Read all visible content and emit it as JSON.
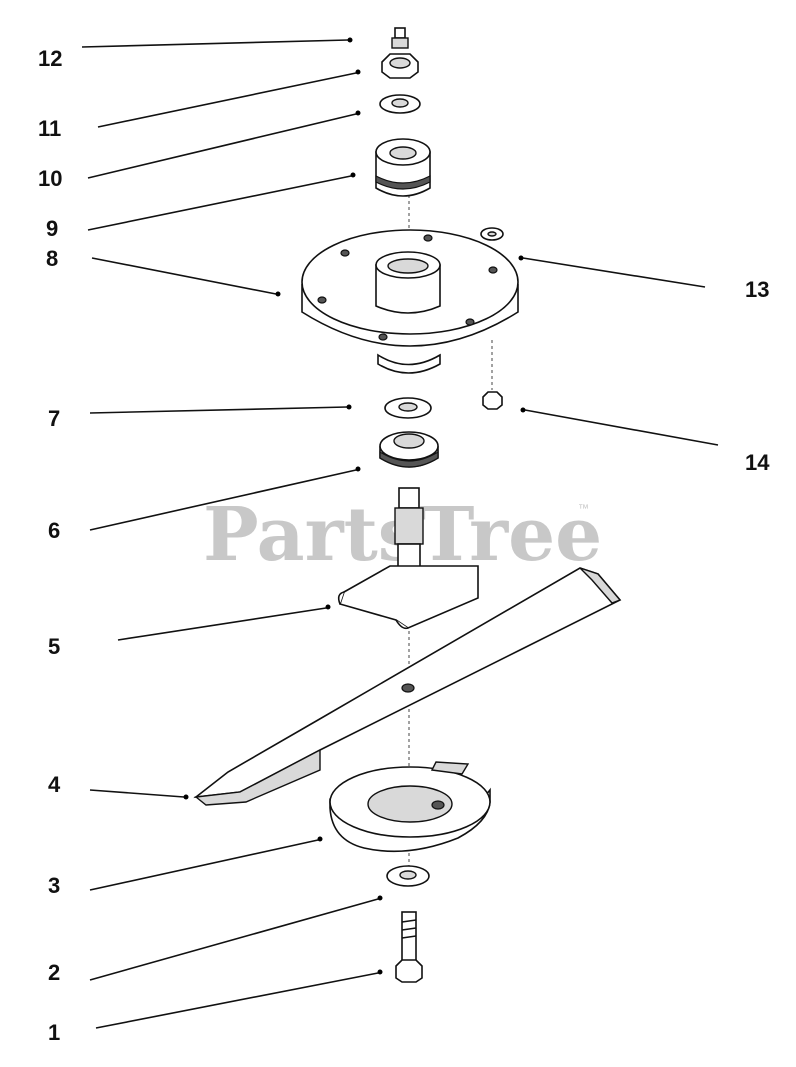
{
  "watermark": {
    "text": "PartsTree",
    "trademark": "™"
  },
  "callouts": [
    {
      "id": "1",
      "label": "1"
    },
    {
      "id": "2",
      "label": "2"
    },
    {
      "id": "3",
      "label": "3"
    },
    {
      "id": "4",
      "label": "4"
    },
    {
      "id": "5",
      "label": "5"
    },
    {
      "id": "6",
      "label": "6"
    },
    {
      "id": "7",
      "label": "7"
    },
    {
      "id": "8",
      "label": "8"
    },
    {
      "id": "9",
      "label": "9"
    },
    {
      "id": "10",
      "label": "10"
    },
    {
      "id": "11",
      "label": "11"
    },
    {
      "id": "12",
      "label": "12"
    },
    {
      "id": "13",
      "label": "13"
    },
    {
      "id": "14",
      "label": "14"
    }
  ]
}
